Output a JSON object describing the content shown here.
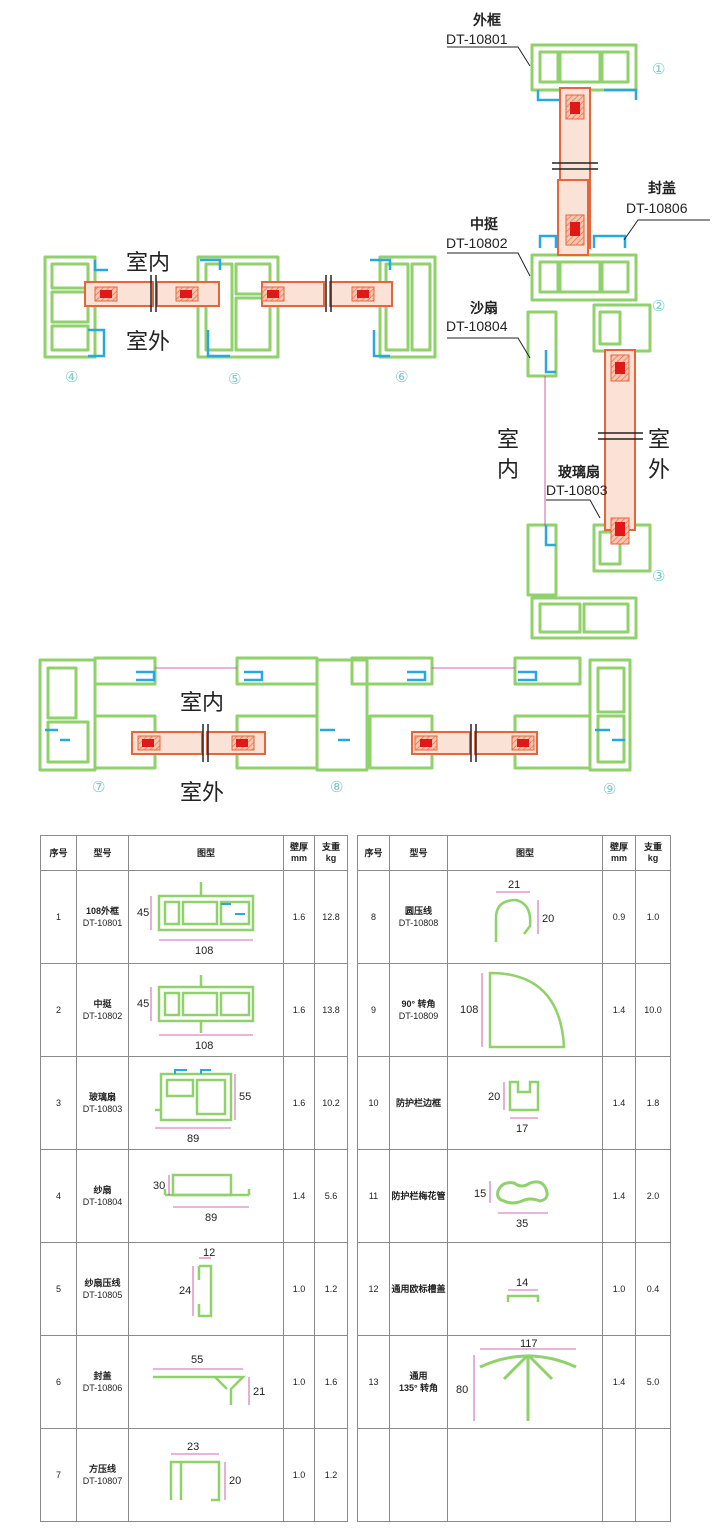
{
  "diagram": {
    "labels": {
      "frame_zh": "外框",
      "frame_code": "DT-10801",
      "mullion_zh": "中挺",
      "mullion_code": "DT-10802",
      "screen_zh": "沙扇",
      "screen_code": "DT-10804",
      "cover_zh": "封盖",
      "cover_code": "DT-10806",
      "glass_zh": "玻璃扇",
      "glass_code": "DT-10803"
    },
    "indoor": "室内",
    "outdoor": "室外",
    "indoor_v1": "室",
    "indoor_v2": "内",
    "outdoor_v1": "室",
    "outdoor_v2": "外",
    "markers": [
      "①",
      "②",
      "③",
      "④",
      "⑤",
      "⑥",
      "⑦",
      "⑧",
      "⑨"
    ]
  },
  "table_left": {
    "headers": {
      "no": "序号",
      "model": "型号",
      "figure": "图型",
      "wall": "壁厚",
      "wall_unit": "mm",
      "weight": "支重",
      "weight_unit": "kg"
    },
    "rows": [
      {
        "no": "1",
        "name": "108外框",
        "code": "DT-10801",
        "wall": "1.6",
        "weight": "12.8",
        "dims": [
          "45",
          "108"
        ]
      },
      {
        "no": "2",
        "name": "中挺",
        "code": "DT-10802",
        "wall": "1.6",
        "weight": "13.8",
        "dims": [
          "45",
          "108"
        ]
      },
      {
        "no": "3",
        "name": "玻璃扇",
        "code": "DT-10803",
        "wall": "1.6",
        "weight": "10.2",
        "dims": [
          "55",
          "89"
        ]
      },
      {
        "no": "4",
        "name": "纱扇",
        "code": "DT-10804",
        "wall": "1.4",
        "weight": "5.6",
        "dims": [
          "30",
          "89"
        ]
      },
      {
        "no": "5",
        "name": "纱扇压线",
        "code": "DT-10805",
        "wall": "1.0",
        "weight": "1.2",
        "dims": [
          "12",
          "24"
        ]
      },
      {
        "no": "6",
        "name": "封盖",
        "code": "DT-10806",
        "wall": "1.0",
        "weight": "1.6",
        "dims": [
          "55",
          "21"
        ]
      },
      {
        "no": "7",
        "name": "方压线",
        "code": "DT-10807",
        "wall": "1.0",
        "weight": "1.2",
        "dims": [
          "23",
          "20"
        ]
      }
    ]
  },
  "table_right": {
    "headers": {
      "no": "序号",
      "model": "型号",
      "figure": "图型",
      "wall": "壁厚",
      "wall_unit": "mm",
      "weight": "支重",
      "weight_unit": "kg"
    },
    "rows": [
      {
        "no": "8",
        "name": "圆压线",
        "code": "DT-10808",
        "wall": "0.9",
        "weight": "1.0",
        "dims": [
          "21",
          "20"
        ]
      },
      {
        "no": "9",
        "name": "90° 转角",
        "code": "DT-10809",
        "wall": "1.4",
        "weight": "10.0",
        "dims": [
          "108"
        ]
      },
      {
        "no": "10",
        "name": "防护栏边框",
        "code": "",
        "wall": "1.4",
        "weight": "1.8",
        "dims": [
          "20",
          "17"
        ]
      },
      {
        "no": "11",
        "name": "防护栏梅花管",
        "code": "",
        "wall": "1.4",
        "weight": "2.0",
        "dims": [
          "15",
          "35"
        ]
      },
      {
        "no": "12",
        "name": "通用欧标槽盖",
        "code": "",
        "wall": "1.0",
        "weight": "0.4",
        "dims": [
          "14"
        ]
      },
      {
        "no": "13",
        "name": "通用",
        "name2": "135° 转角",
        "code": "",
        "wall": "1.4",
        "weight": "5.0",
        "dims": [
          "117",
          "80"
        ]
      },
      {
        "no": "",
        "name": "",
        "code": "",
        "wall": "",
        "weight": "",
        "dims": []
      }
    ]
  },
  "colors": {
    "profile": "#8fd16a",
    "glass": "#e8643a",
    "seal": "#29a8e0",
    "dim_line": "#c0399a",
    "marker": "#7fc9c9"
  }
}
